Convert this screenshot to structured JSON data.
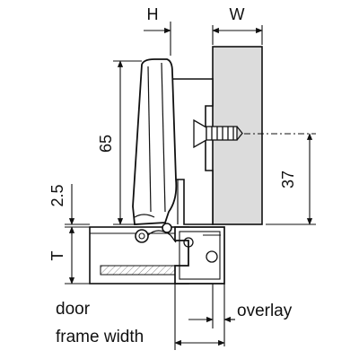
{
  "labels": {
    "h": "H",
    "w": "W",
    "d65": "65",
    "d37": "37",
    "d25": "2.5",
    "t": "T",
    "door": "door",
    "frame_width": "frame width",
    "overlay": "overlay"
  },
  "colors": {
    "ink": "#111111",
    "cabinet": "#dcdcdc",
    "door_hatch": "#bdbdbd",
    "background": "#ffffff"
  }
}
